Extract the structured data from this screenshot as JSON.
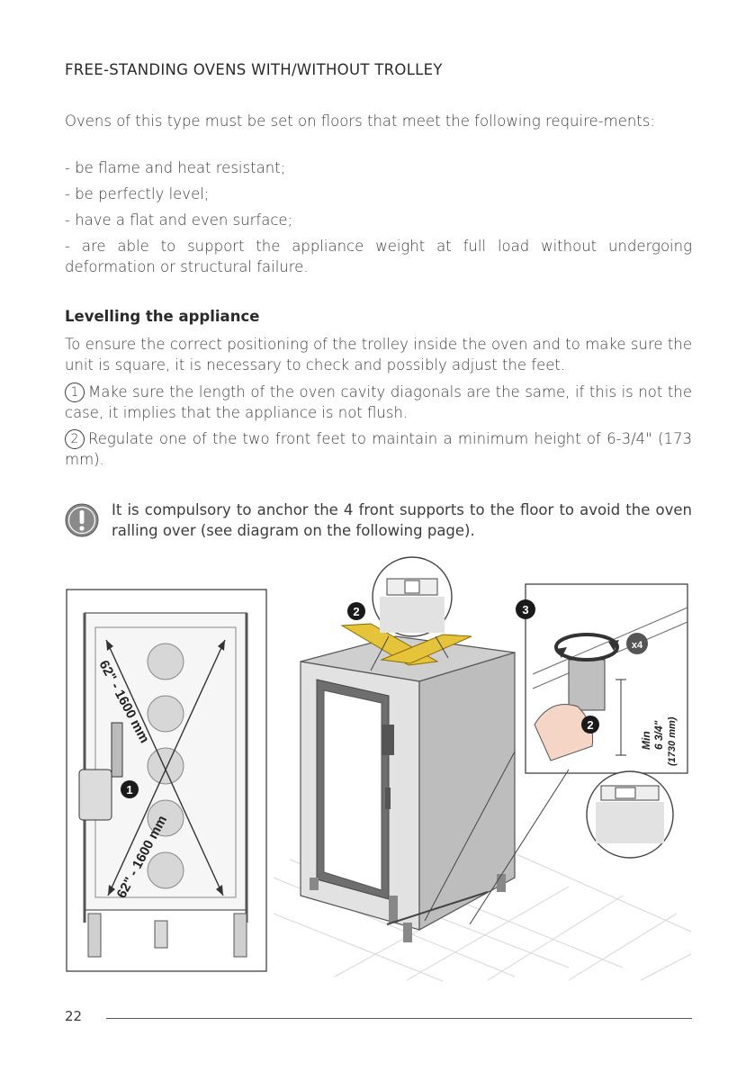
{
  "heading": "FREE-STANDING OVENS WITH/WITHOUT TROLLEY",
  "intro": "Ovens of this type must be set on floors that meet the following require-ments:",
  "requirements": [
    "- be flame and heat resistant;",
    "- be perfectly level;",
    "- have a flat and even surface;",
    "- are able to support the appliance weight at full load without undergoing deformation or structural failure."
  ],
  "levelling": {
    "title": "Levelling the appliance",
    "text": "To ensure the correct positioning of the trolley inside the oven and to make sure the unit is square, it is necessary to check and possibly adjust the feet.",
    "step1_num": "1",
    "step1": "Make sure the length of the oven cavity diagonals are the same, if this is not the case, it implies that the appliance is not flush.",
    "step2_num": "2",
    "step2": "Regulate one of the two front feet to maintain a minimum height of 6-3/4\" (173 mm)."
  },
  "warning": {
    "icon": "exclamation-icon",
    "text": "It is compulsory to anchor the 4 front supports to the floor to avoid the oven ralling over (see diagram on the following page)."
  },
  "figure": {
    "diag_label_1": "62\" - 1600 mm",
    "diag_label_2": "62\" - 1600 mm",
    "callout_1": "1",
    "callout_2": "2",
    "callout_2b": "2",
    "callout_3": "3",
    "times_four": "x4",
    "min_label": "Min",
    "min_value": "6 3/4\"",
    "min_mm": "(1730 mm)"
  },
  "footer": {
    "page_number": "22"
  }
}
